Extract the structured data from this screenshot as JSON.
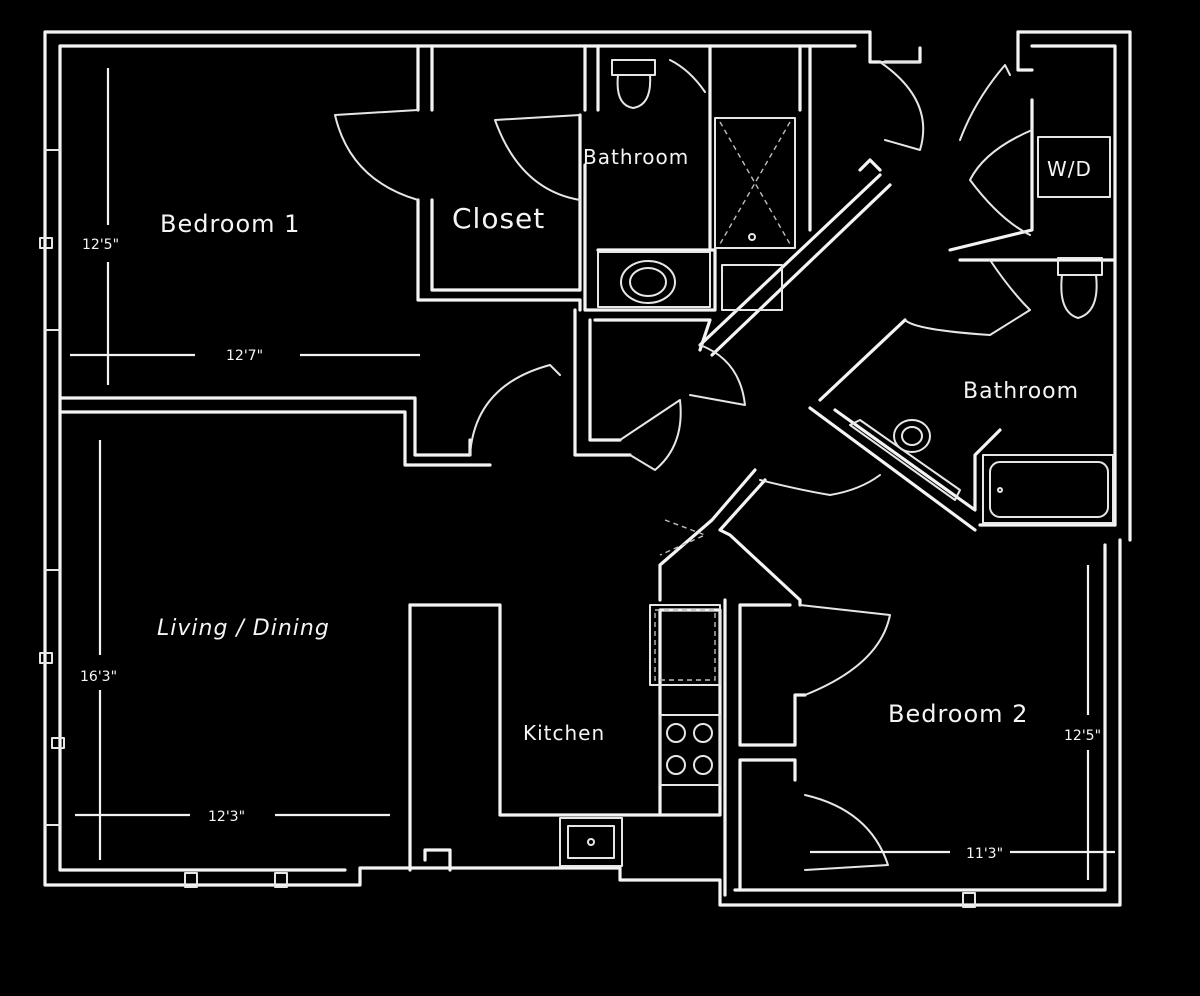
{
  "rooms": {
    "bedroom1": "Bedroom 1",
    "closet": "Closet",
    "bathroom_top": "Bathroom",
    "wd": "W/D",
    "bathroom_right": "Bathroom",
    "living_dining": "Living / Dining",
    "kitchen": "Kitchen",
    "bedroom2": "Bedroom 2"
  },
  "dimensions": {
    "bedroom1_height": "12'5\"",
    "bedroom1_width": "12'7\"",
    "living_height": "16'3\"",
    "living_width": "12'3\"",
    "bedroom2_height": "12'5\"",
    "bedroom2_width": "11'3\""
  },
  "colors": {
    "background": "#000000",
    "line": "#f4f4f4"
  }
}
